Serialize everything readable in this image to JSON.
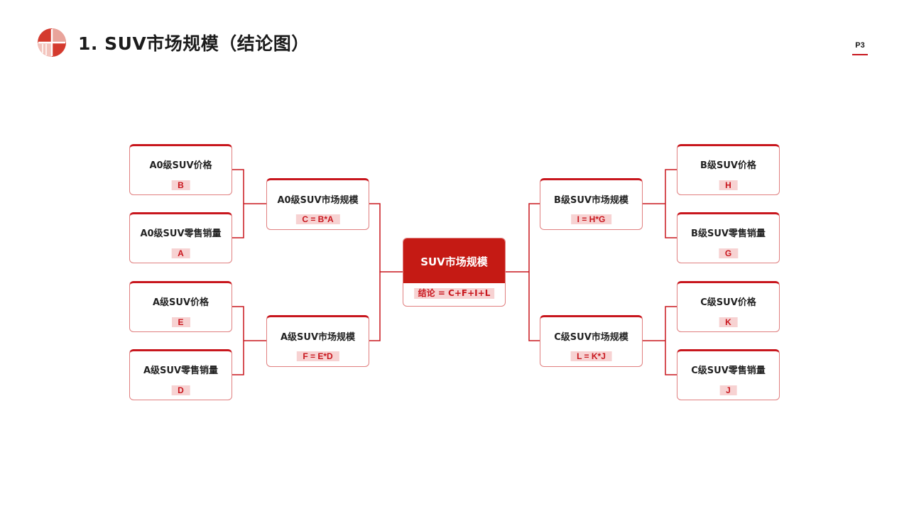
{
  "header": {
    "title": "1. SUV市场规模（结论图）",
    "page_number": "P3"
  },
  "colors": {
    "accent": "#c8161d",
    "center_fill": "#c51a14",
    "value_bg": "#f7d2d2",
    "border": "#e07f7f"
  },
  "diagram": {
    "center": {
      "title": "SUV市场规模",
      "formula": "结论 = C+F+I+L"
    },
    "left": [
      {
        "title": "A0级SUV市场规模",
        "formula": "C = B*A",
        "inputs": [
          {
            "title": "A0级SUV价格",
            "value": "B"
          },
          {
            "title": "A0级SUV零售销量",
            "value": "A"
          }
        ]
      },
      {
        "title": "A级SUV市场规模",
        "formula": "F = E*D",
        "inputs": [
          {
            "title": "A级SUV价格",
            "value": "E"
          },
          {
            "title": "A级SUV零售销量",
            "value": "D"
          }
        ]
      }
    ],
    "right": [
      {
        "title": "B级SUV市场规模",
        "formula": "I = H*G",
        "inputs": [
          {
            "title": "B级SUV价格",
            "value": "H"
          },
          {
            "title": "B级SUV零售销量",
            "value": "G"
          }
        ]
      },
      {
        "title": "C级SUV市场规模",
        "formula": "L = K*J",
        "inputs": [
          {
            "title": "C级SUV价格",
            "value": "K"
          },
          {
            "title": "C级SUV零售销量",
            "value": "J"
          }
        ]
      }
    ]
  }
}
